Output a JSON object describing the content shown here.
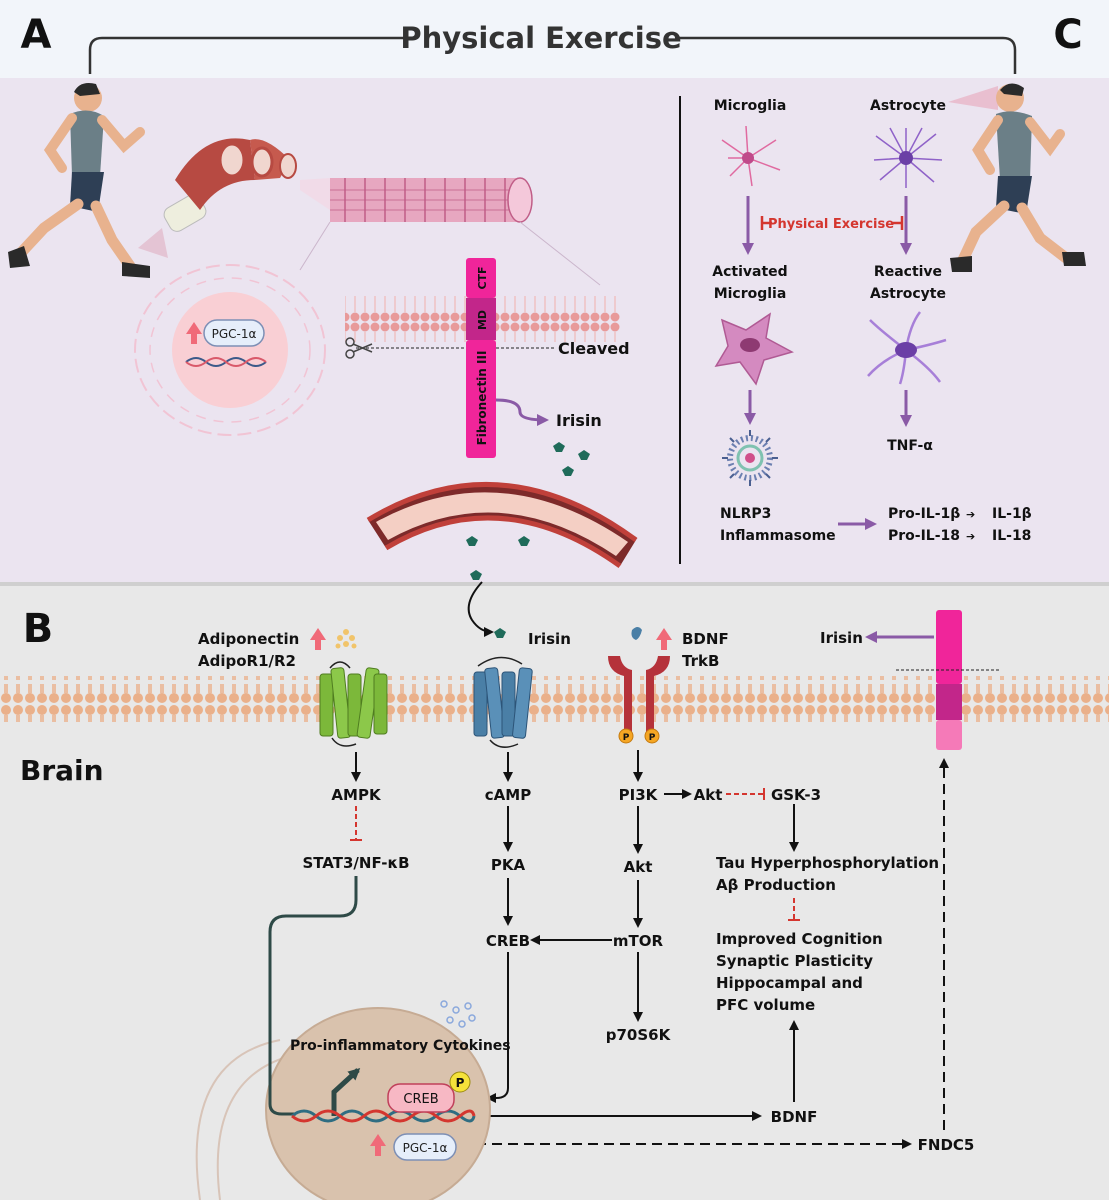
{
  "header": {
    "title": "Physical Exercise",
    "panel_a_letter": "A",
    "panel_b_letter": "B",
    "panel_c_letter": "C"
  },
  "panel_a": {
    "pgc_label": "PGC-1α",
    "ctf_label": "CTF",
    "md_label": "MD",
    "fibronectin_label": "Fibronectin III",
    "cleaved_label": "Cleaved",
    "irisin_label": "Irisin"
  },
  "panel_c": {
    "microglia_label": "Microglia",
    "astrocyte_label": "Astrocyte",
    "inhibitor_label": "Physical Exercise",
    "activated_microglia_line1": "Activated",
    "activated_microglia_line2": "Microglia",
    "reactive_astrocyte_line1": "Reactive",
    "reactive_astrocyte_line2": "Astrocyte",
    "tnf_label": "TNF-α",
    "nlrp3_line1": "NLRP3",
    "nlrp3_line2": "Inflammasome",
    "pro_il1b": "Pro-IL-1β",
    "il1b": "IL-1β",
    "pro_il18": "Pro-IL-18",
    "il18": "IL-18",
    "arrow_glyph": "➔"
  },
  "panel_b": {
    "brain_label": "Brain",
    "adiponectin_label": "Adiponectin",
    "adipor_label": "AdipoR1/R2",
    "irisin_receptor_label": "Irisin",
    "bdnf_label": "BDNF",
    "trkb_label": "TrkB",
    "irisin_out_label": "Irisin",
    "ampk": "AMPK",
    "stat3": "STAT3/NF-κB",
    "camp": "cAMP",
    "pka": "PKA",
    "creb": "CREB",
    "pi3k": "PI3K",
    "akt_right": "Akt",
    "gsk3": "GSK-3",
    "akt_down": "Akt",
    "mtor": "mTOR",
    "p70s6k": "p70S6K",
    "tau_line1": "Tau Hyperphosphorylation",
    "tau_line2": "Aβ Production",
    "outcome_line1": "Improved Cognition",
    "outcome_line2": "Synaptic Plasticity",
    "outcome_line3": "Hippocampal and",
    "outcome_line4": "PFC volume",
    "cytokines_label": "Pro-inflammatory Cytokines",
    "creb_nucleus": "CREB",
    "phospho_p": "P",
    "pgc_nucleus": "PGC-1α",
    "bdnf_gene": "BDNF",
    "fndc5": "FNDC5"
  },
  "colors": {
    "panel_a_c_bg": "#ebe4f0",
    "panel_b_bg": "#e8e8e8",
    "header_bg": "#f2f5fa",
    "fndc5_pink": "#f0259a",
    "inhibit_red": "#d4362f",
    "purple_arrow": "#8a5aa6",
    "adipor_green": "#7cb83a",
    "irisin_receptor_blue": "#4a7fa6",
    "trkb_red": "#b5323a",
    "membrane_orange": "#eab08a"
  }
}
